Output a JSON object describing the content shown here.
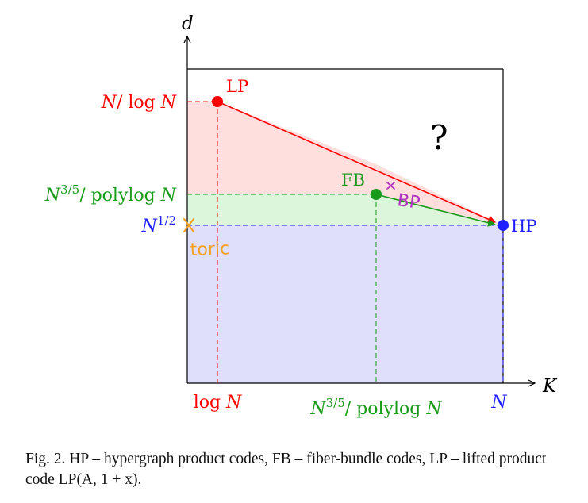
{
  "axes": {
    "y_label": "d",
    "x_label": "K",
    "question_mark": "?"
  },
  "y_ticks": {
    "lp": "N/ log N",
    "fb": "N^3/5/ polylog N",
    "hp": "N^1/2"
  },
  "x_ticks": {
    "lp": "log N",
    "fb": "N^3/5/ polylog N",
    "hp": "N"
  },
  "points": {
    "lp": "LP",
    "fb": "FB",
    "hp": "HP"
  },
  "annotations": {
    "toric": "toric",
    "bp": "BP"
  },
  "colors": {
    "lp": "#ff0000",
    "fb": "#1a9a1a",
    "hp": "#1f1fff",
    "toric": "#f5a020",
    "bp": "#b030c0",
    "lp_region": "#ffdede",
    "fb_region": "#dcf6dc",
    "hp_region": "#dfdffb"
  },
  "caption": "Fig. 2.  HP – hypergraph product codes, FB – fiber-bundle codes, LP – lifted product code LP(A, 1 + x)."
}
